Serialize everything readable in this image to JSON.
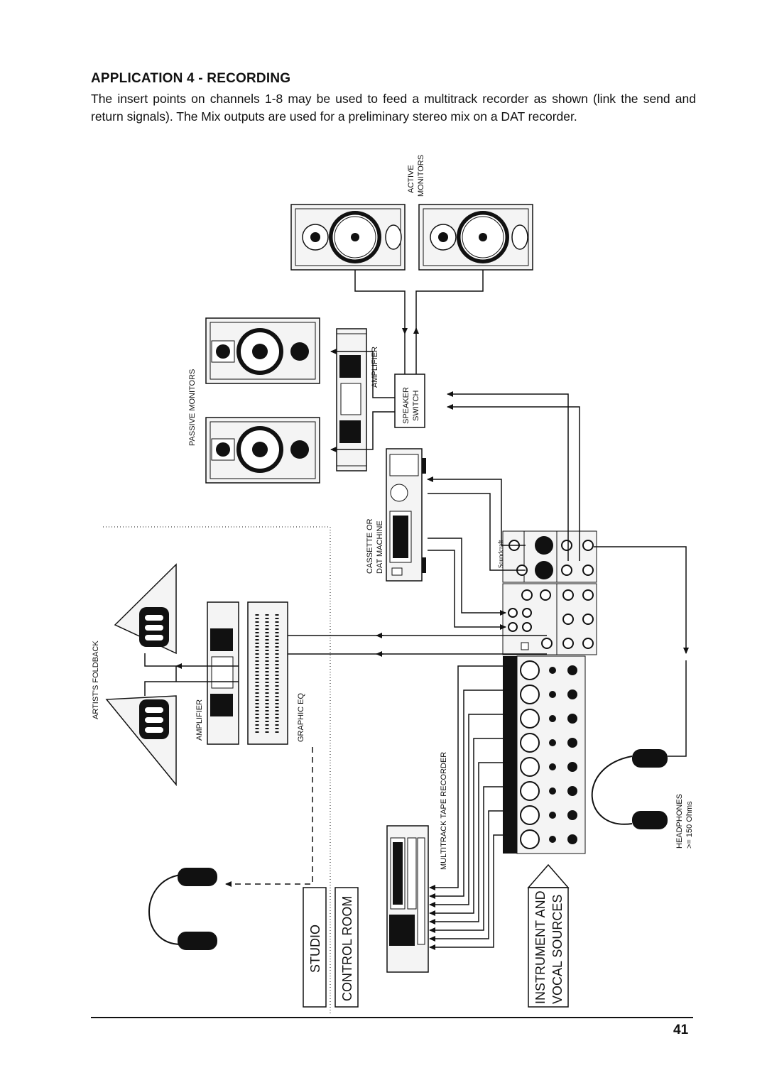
{
  "page": {
    "heading": "APPLICATION 4 - RECORDING",
    "intro": "The insert points on channels 1-8 may be used to feed a multitrack recorder as shown (link the send and return signals). The Mix outputs are used for a preliminary stereo mix on a DAT recorder.",
    "page_number": "41"
  },
  "diagram": {
    "active_monitors_1": "ACTIVE",
    "active_monitors_2": "MONITORS",
    "passive_monitors": "PASSIVE MONITORS",
    "amplifier_top": "AMPLIFIER",
    "speaker_switch_1": "SPEAKER",
    "speaker_switch_2": "SWITCH",
    "cassette_1": "CASSETTE OR",
    "cassette_2": "DAT MACHINE",
    "artists_foldback": "ARTIST'S FOLDBACK",
    "amplifier_bottom": "AMPLIFIER",
    "graphic_eq": "GRAPHIC EQ",
    "multitrack": "MULTITRACK TAPE RECORDER",
    "headphones_1": "HEADPHONES",
    "headphones_2": ">= 150 Ohms",
    "studio": "STUDIO",
    "control_room": "CONTROL ROOM",
    "sources_1": "INSTRUMENT AND",
    "sources_2": "VOCAL SOURCES",
    "mixer_brand": "Soundcraft"
  },
  "colors": {
    "ink": "#111111",
    "panel": "#f4f4f4",
    "dark": "#141414"
  }
}
